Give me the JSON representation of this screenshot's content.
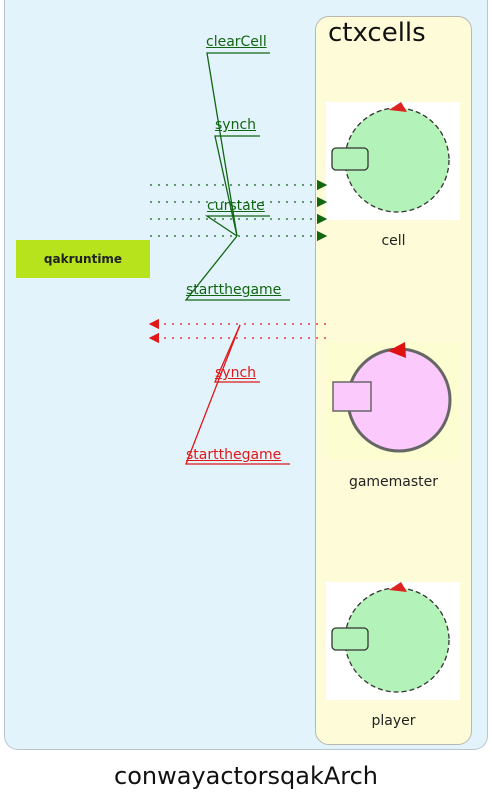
{
  "diagram": {
    "caption": "conwayactorsqakArch",
    "context": {
      "name": "ctxcells"
    },
    "external_node": {
      "label": "qakruntime"
    },
    "actors": [
      {
        "id": "cell",
        "label": "cell",
        "color": "#b3f2b8"
      },
      {
        "id": "gamemaster",
        "label": "gamemaster",
        "color": "#fcc9fc"
      },
      {
        "id": "player",
        "label": "player",
        "color": "#b3f2b8"
      }
    ],
    "messages_to_actors": [
      "clearCell",
      "synch",
      "curstate",
      "startthegame"
    ],
    "messages_from_actors": [
      "synch",
      "startthegame"
    ],
    "colors": {
      "to_actor": "#126612",
      "from_actor": "#e01818"
    }
  }
}
